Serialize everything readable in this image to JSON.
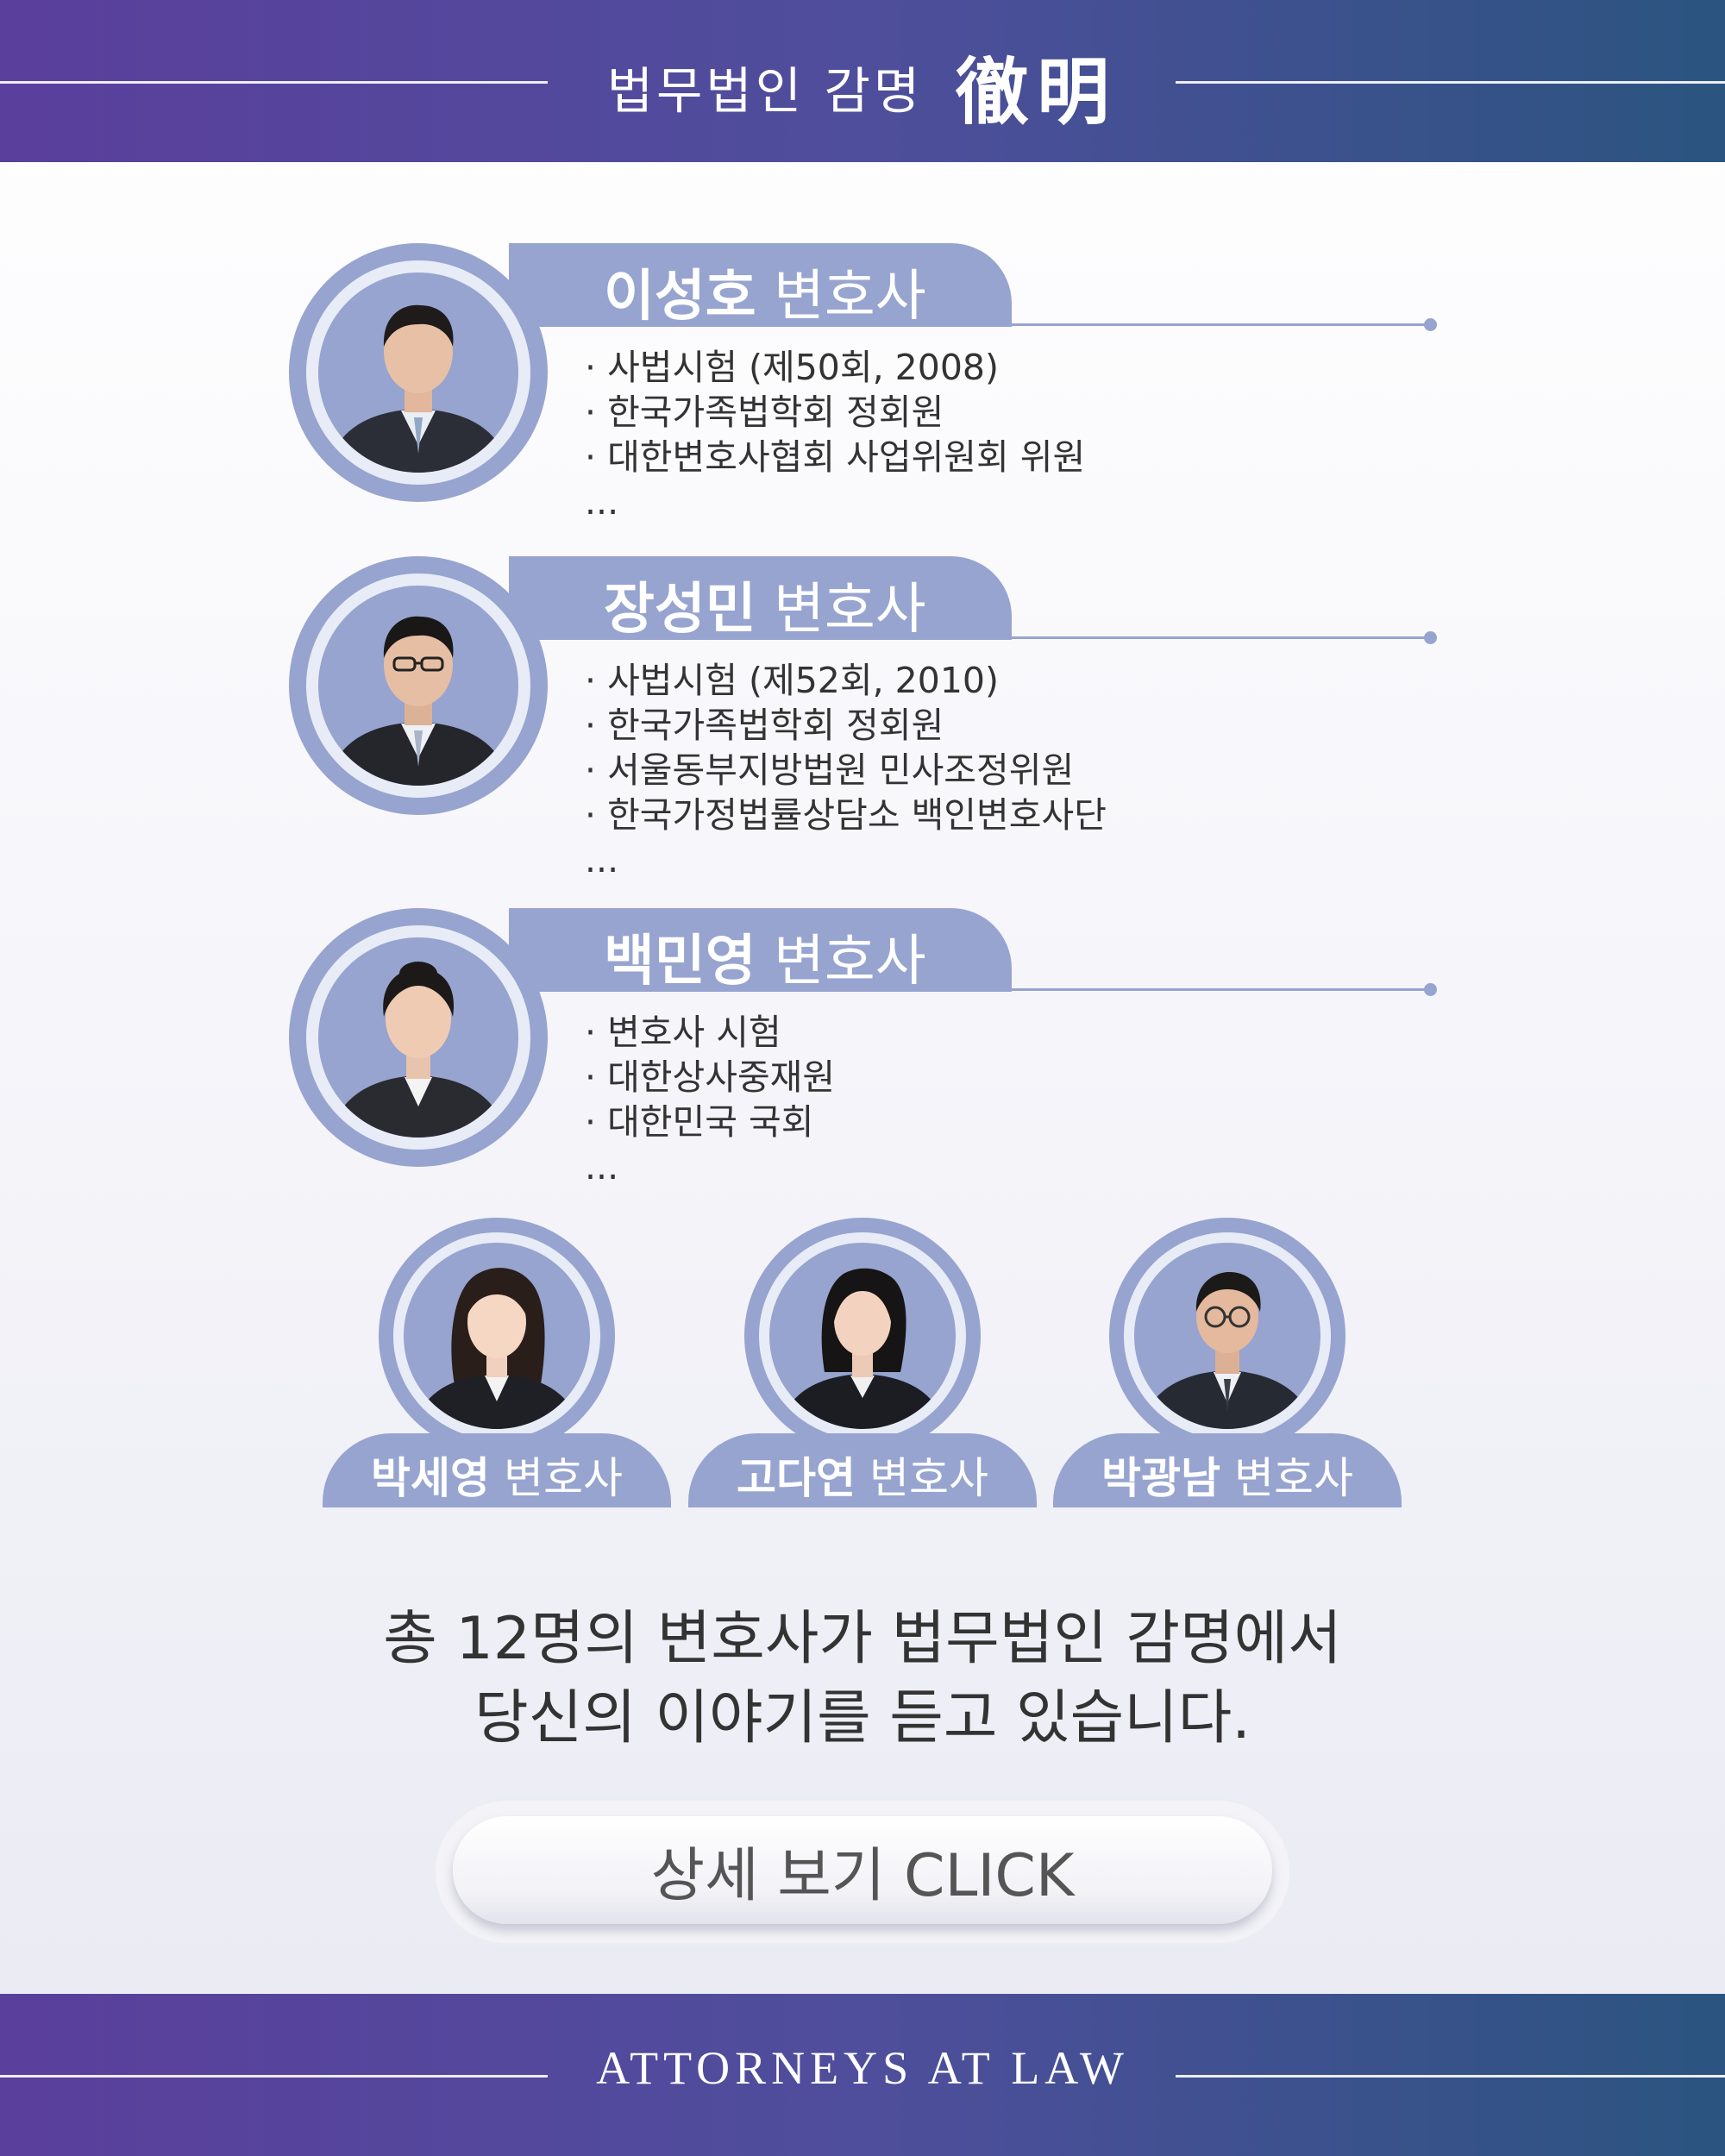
{
  "header": {
    "brand_korean": "법무법인 감명",
    "brand_hanja": "徹明"
  },
  "featured": [
    {
      "name_bold": "이성호",
      "name_title": " 변호사",
      "credentials": [
        "사법시험 (제50회, 2008)",
        "한국가족법학회 정회원",
        "대한변호사협회 사업위원회 위원"
      ],
      "more": "..."
    },
    {
      "name_bold": "장성민",
      "name_title": " 변호사",
      "credentials": [
        "사법시험 (제52회, 2010)",
        "한국가족법학회 정회원",
        "서울동부지방법원 민사조정위원",
        "한국가정법률상담소 백인변호사단"
      ],
      "more": "..."
    },
    {
      "name_bold": "백민영",
      "name_title": " 변호사",
      "credentials": [
        "변호사 시험",
        "대한상사중재원",
        "대한민국 국회"
      ],
      "more": "..."
    }
  ],
  "others": [
    {
      "name_bold": "박세영",
      "name_title": " 변호사"
    },
    {
      "name_bold": "고다연",
      "name_title": " 변호사"
    },
    {
      "name_bold": "박광남",
      "name_title": " 변호사"
    }
  ],
  "summary": {
    "line1": "총 12명의 변호사가 법무법인 감명에서",
    "line2": "당신의 이야기를 듣고 있습니다."
  },
  "cta": {
    "label": "상세 보기 CLICK"
  },
  "footer": {
    "text": "ATTORNEYS AT LAW"
  },
  "colors": {
    "band_start": "#5a3f9c",
    "band_end": "#2b5480",
    "accent": "#96a4cf"
  }
}
